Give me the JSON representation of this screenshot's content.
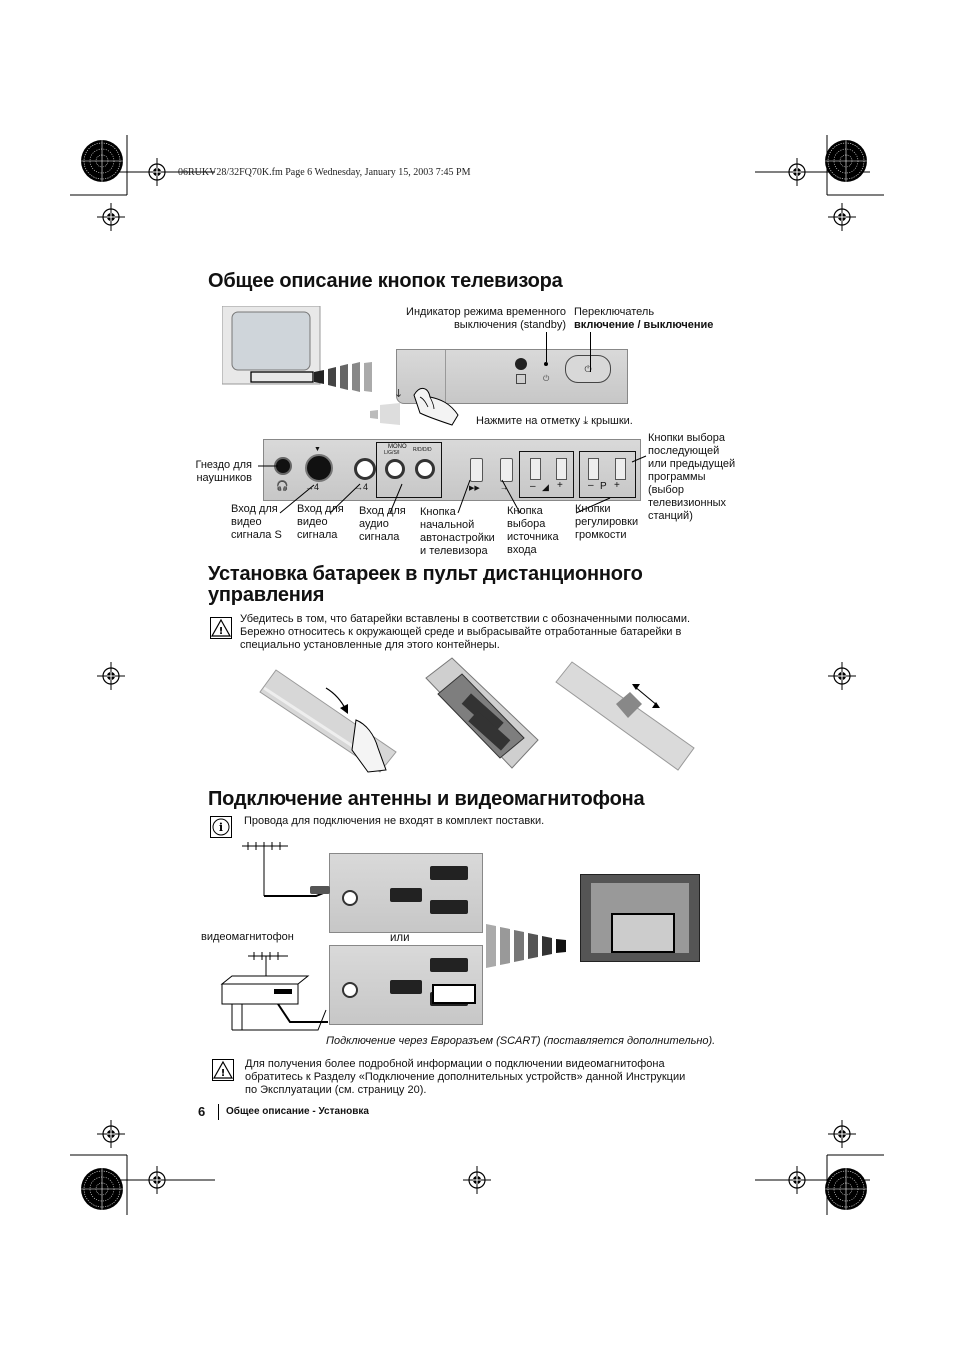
{
  "page_header": "06RUKV28/32FQ70K.fm  Page 6  Wednesday, January 15, 2003  7:45 PM",
  "section1": {
    "title": "Общее описание кнопок телевизора",
    "standby_label_1": "Индикатор режима временного",
    "standby_label_2": "выключения (standby)",
    "power_label_1": "Переключатель",
    "power_label_2": "включение / выключение",
    "press_cover": "Нажмите на отметку",
    "press_cover_2": "крышки.",
    "prog_buttons": [
      "Кнопки выбора",
      "последующей",
      "или предыдущей",
      "программы",
      "(выбор",
      "телевизионных",
      "станций)"
    ],
    "headphones": [
      "Гнездо для",
      "наушников"
    ],
    "svideo": [
      "Вход для",
      "видео",
      "сигнала S"
    ],
    "video": [
      "Вход для",
      "видео",
      "сигнала"
    ],
    "audio": [
      "Вход для",
      "аудио",
      "сигнала"
    ],
    "autotune": [
      "Кнопка",
      "начальной",
      "автонастройки",
      "и телевизора"
    ],
    "source": [
      "Кнопка",
      "выбора",
      "источника",
      "входа"
    ],
    "volume": [
      "Кнопки",
      "регулировки",
      "громкости"
    ],
    "panel_marks": {
      "mono": "MONO",
      "lr": "L/G/S/I",
      "rdx": "R/D/D/D",
      "four_a": "4",
      "four_b": "4",
      "minus": "–",
      "plus": "+",
      "p": "P"
    }
  },
  "section2": {
    "title_line1": "Установка батареек в пульт дистанционного",
    "title_line2": "управления",
    "warning": [
      "Убедитесь в том, что батарейки вставлены в соответствии с обозначенными полюсами.",
      "Бережно относитесь к окружающей среде и выбрасывайте отработанные батарейки в",
      "специально установленные для этого контейнеры."
    ]
  },
  "section3": {
    "title": "Подключение антенны и видеомагнитофона",
    "info": "Провода для подключения не входят в комплект поставки.",
    "vcr_label": "видеомагнитофон",
    "or_label": "или",
    "scart_caption": "Подключение через Евроразъем (SCART) (поставляется дополнительно).",
    "note": [
      "Для получения более подробной информации о подключении видеомагнитофона",
      "обратитесь к Разделу «Подключение дополнительных  устройств» данной Инструкции",
      "по Эксплуатации (см. страницу 20)."
    ]
  },
  "footer": {
    "page_number": "6",
    "section_name": "Общее описание - Установка"
  }
}
